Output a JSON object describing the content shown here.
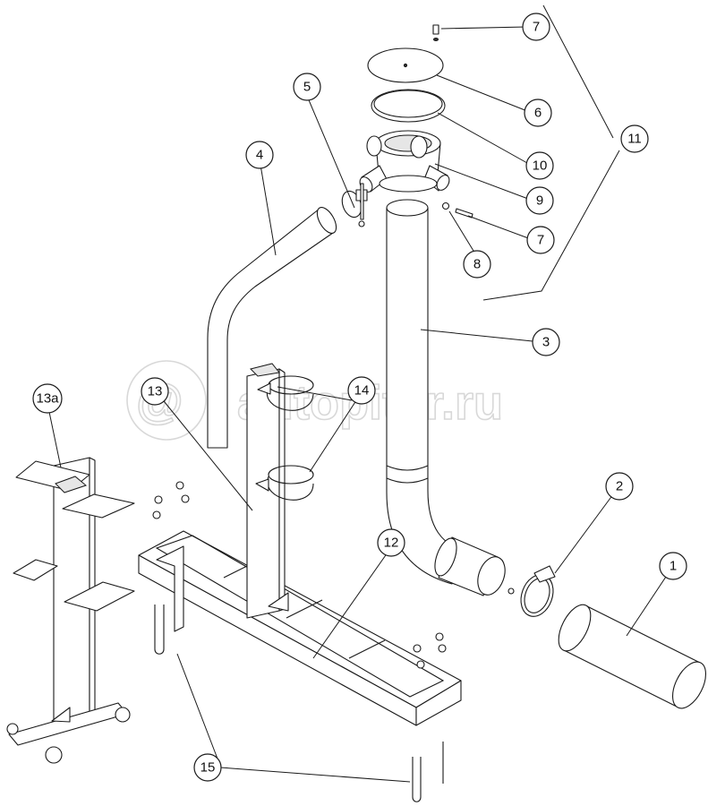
{
  "watermark": {
    "text": "autopiter.ru",
    "color": "#d8d8d8"
  },
  "callouts": [
    {
      "id": "c1",
      "label": "1"
    },
    {
      "id": "c2",
      "label": "2"
    },
    {
      "id": "c3",
      "label": "3"
    },
    {
      "id": "c4",
      "label": "4"
    },
    {
      "id": "c5",
      "label": "5"
    },
    {
      "id": "c6",
      "label": "6"
    },
    {
      "id": "c7a",
      "label": "7"
    },
    {
      "id": "c7b",
      "label": "7"
    },
    {
      "id": "c8",
      "label": "8"
    },
    {
      "id": "c9",
      "label": "9"
    },
    {
      "id": "c10",
      "label": "10"
    },
    {
      "id": "c11",
      "label": "11"
    },
    {
      "id": "c12",
      "label": "12"
    },
    {
      "id": "c13",
      "label": "13"
    },
    {
      "id": "c13a",
      "label": "13a"
    },
    {
      "id": "c14",
      "label": "14"
    },
    {
      "id": "c15",
      "label": "15"
    }
  ],
  "colors": {
    "line": "#1a1a1a",
    "background": "#ffffff",
    "shade": "#e6e6e6"
  }
}
